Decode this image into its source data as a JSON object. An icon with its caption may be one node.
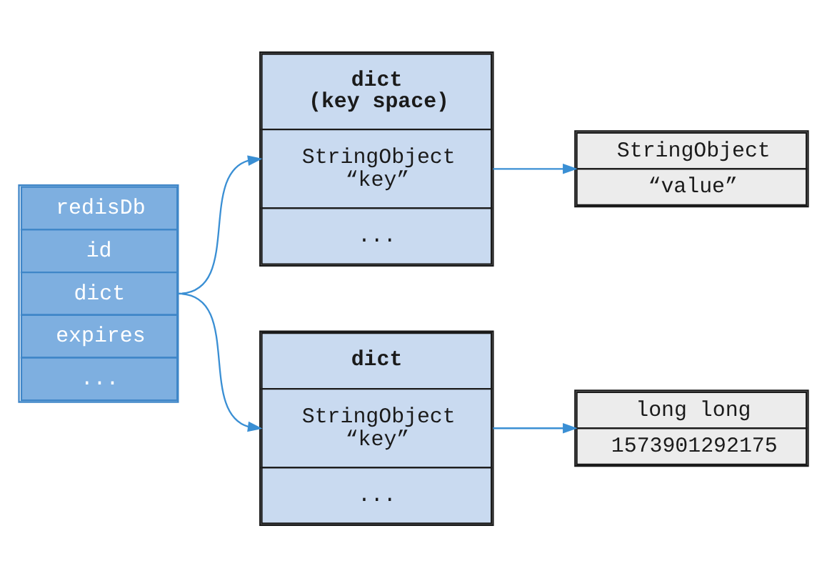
{
  "diagram": {
    "nodes": [
      {
        "text": [
          "redisDb",
          "id",
          "dict",
          "expires",
          "..."
        ]
      },
      {
        "text": [
          "dict (key space)",
          "StringObject “key”",
          "..."
        ]
      },
      {
        "text": [
          "StringObject",
          "“value”"
        ]
      },
      {
        "text": [
          "dict",
          "StringObject “key”",
          "..."
        ]
      },
      {
        "text": [
          "long long",
          "1573901292175"
        ]
      }
    ],
    "edges": [
      {
        "from": 0,
        "to": 1,
        "arrow": "to"
      },
      {
        "from": 1,
        "to": 2,
        "arrow": "to"
      },
      {
        "from": 0,
        "to": 3,
        "arrow": "to"
      },
      {
        "from": 3,
        "to": 4,
        "arrow": "to"
      }
    ]
  }
}
